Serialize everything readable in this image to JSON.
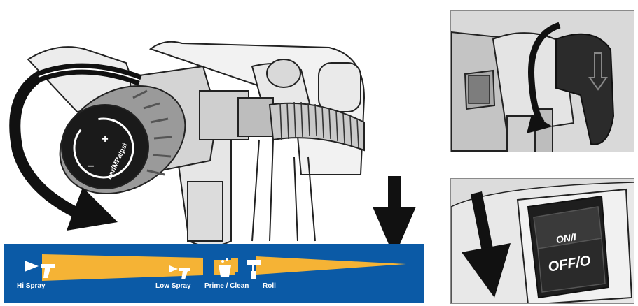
{
  "spray_bar": {
    "hi_spray_label": "Hi Spray",
    "low_spray_label": "Low Spray",
    "prime_clean_label": "Prime / Clean",
    "roll_label": "Roll",
    "background_color": "#0b5aa6",
    "wedge_color": "#f5b335"
  },
  "pressure_knob": {
    "unit_label": "bar/MPa/psi",
    "plus_label": "+",
    "minus_label": "–"
  },
  "power_switch": {
    "on_label": "ON/I",
    "off_label": "OFF/O"
  },
  "icons": [
    "clockwise-arrow-icon",
    "down-arrow-icon",
    "spray-gun-icon",
    "bucket-icon",
    "roller-icon",
    "rotate-arrow-icon"
  ]
}
